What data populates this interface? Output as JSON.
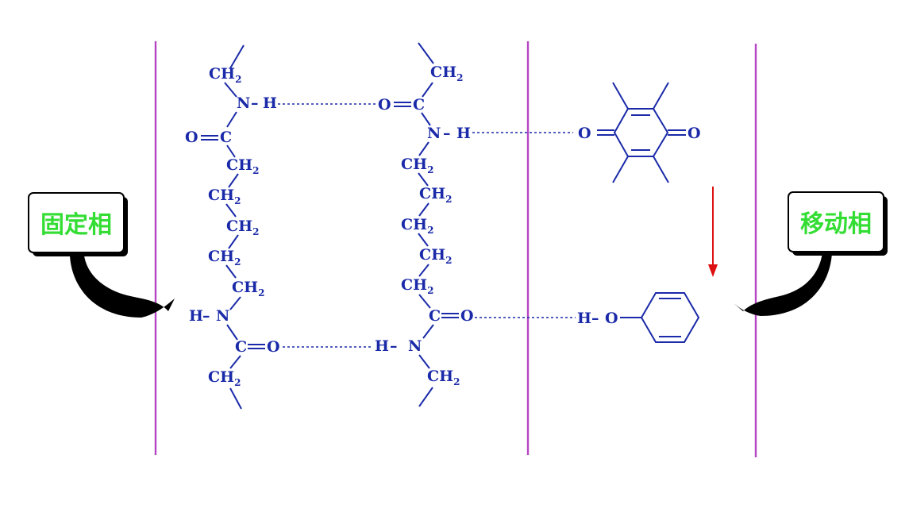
{
  "labels": {
    "stationary_phase": "固定相",
    "mobile_phase": "移动相"
  },
  "chem": {
    "ch": "CH",
    "sub2": "2",
    "n": "N",
    "h": "H",
    "o": "O",
    "c": "C",
    "dash": "–",
    "dbl": "="
  },
  "colors": {
    "chem": "#1a2aa8",
    "divider": "#b545c4",
    "label": "#33dd33",
    "arrow": "#dd1111"
  }
}
